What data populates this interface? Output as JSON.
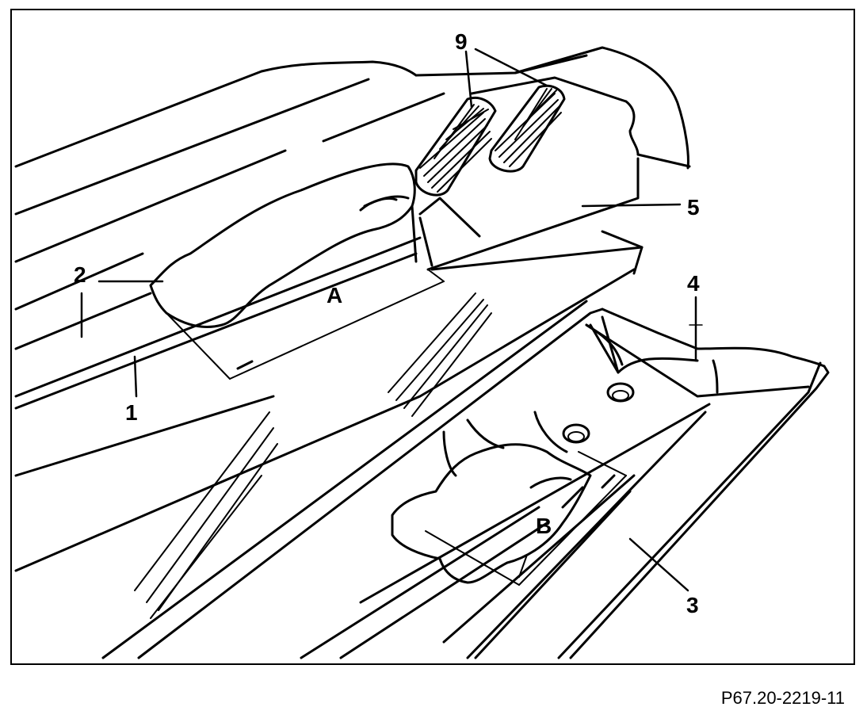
{
  "figure": {
    "reference_code": "P67.20-2219-11",
    "callouts": {
      "part_1": "1",
      "part_2": "2",
      "part_3": "3",
      "part_4": "4",
      "part_5": "5",
      "part_9": "9",
      "dim_a": "A",
      "dim_b": "B"
    },
    "line_color": "#000000",
    "background": "#ffffff"
  }
}
